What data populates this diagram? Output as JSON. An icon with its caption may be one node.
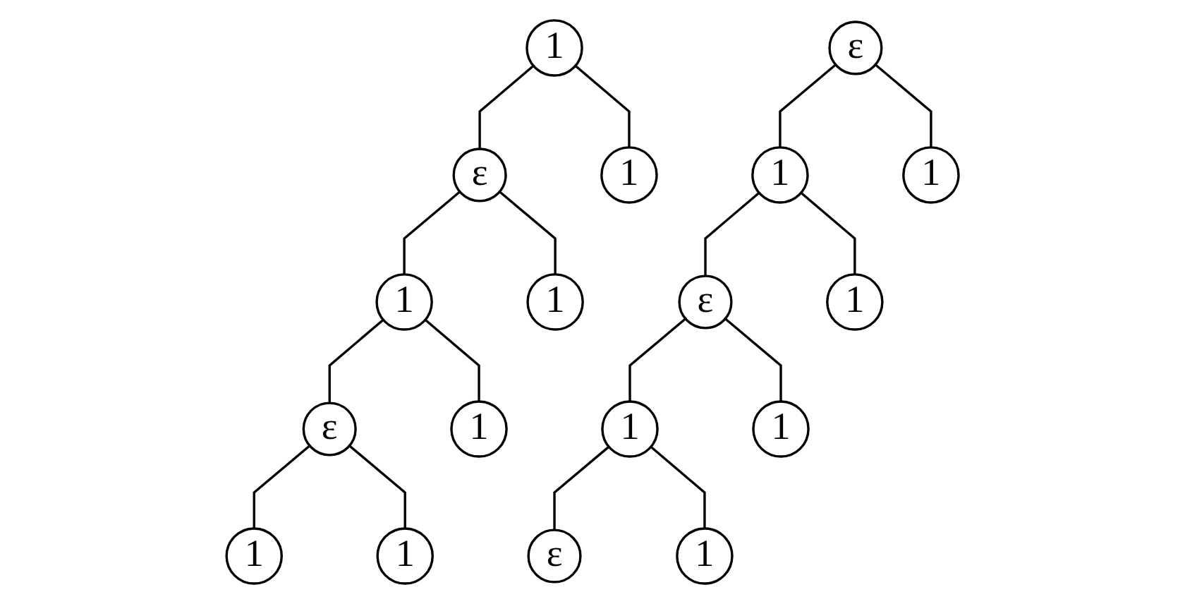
{
  "diagram": {
    "nodes": [
      {
        "text": [
          "1"
        ]
      },
      {
        "text": [
          "ε"
        ]
      },
      {
        "text": [
          "1"
        ]
      },
      {
        "text": [
          "1"
        ]
      },
      {
        "text": [
          "1"
        ]
      },
      {
        "text": [
          "ε"
        ]
      },
      {
        "text": [
          "1"
        ]
      },
      {
        "text": [
          "1"
        ]
      },
      {
        "text": [
          "1"
        ]
      },
      {
        "text": [
          "ε"
        ]
      },
      {
        "text": [
          "1"
        ]
      },
      {
        "text": [
          "1"
        ]
      },
      {
        "text": [
          "ε"
        ]
      },
      {
        "text": [
          "1"
        ]
      },
      {
        "text": [
          "1"
        ]
      },
      {
        "text": [
          "1"
        ]
      },
      {
        "text": [
          "ε"
        ]
      },
      {
        "text": [
          "1"
        ]
      }
    ],
    "edges": [
      {
        "from": 0,
        "to": 1,
        "arrow": "none"
      },
      {
        "from": 0,
        "to": 2,
        "arrow": "none"
      },
      {
        "from": 1,
        "to": 3,
        "arrow": "none"
      },
      {
        "from": 1,
        "to": 4,
        "arrow": "none"
      },
      {
        "from": 3,
        "to": 5,
        "arrow": "none"
      },
      {
        "from": 3,
        "to": 6,
        "arrow": "none"
      },
      {
        "from": 5,
        "to": 7,
        "arrow": "none"
      },
      {
        "from": 5,
        "to": 8,
        "arrow": "none"
      },
      {
        "from": 9,
        "to": 10,
        "arrow": "none"
      },
      {
        "from": 9,
        "to": 11,
        "arrow": "none"
      },
      {
        "from": 10,
        "to": 12,
        "arrow": "none"
      },
      {
        "from": 10,
        "to": 13,
        "arrow": "none"
      },
      {
        "from": 12,
        "to": 14,
        "arrow": "none"
      },
      {
        "from": 12,
        "to": 15,
        "arrow": "none"
      },
      {
        "from": 14,
        "to": 16,
        "arrow": "none"
      },
      {
        "from": 14,
        "to": 17,
        "arrow": "none"
      }
    ]
  }
}
